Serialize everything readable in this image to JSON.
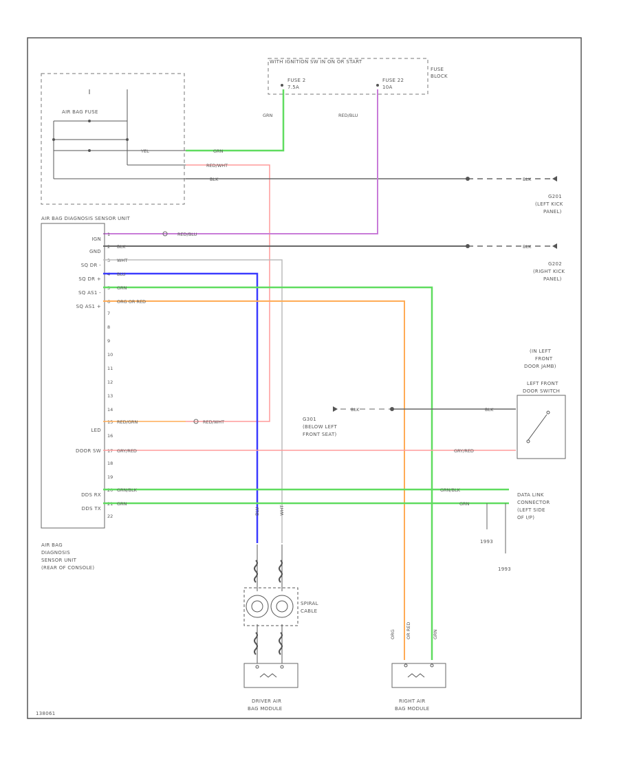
{
  "fuse_block": {
    "header": "WITH IGNITION SW IN ON OR START",
    "fuse_a": "FUSE 2",
    "fuse_a_rating": "7.5A",
    "fuse_b": "FUSE 22",
    "fuse_b_rating": "10A",
    "label_line1": "FUSE",
    "label_line2": "BLOCK"
  },
  "airbag_fuse": {
    "label": "AIR BAG FUSE",
    "wire": "YEL"
  },
  "ground_g201": {
    "id": "G201",
    "line1": "(LEFT KICK",
    "line2": "PANEL)",
    "wire": "BLK"
  },
  "ground_g202": {
    "id": "G202",
    "line1": "(RIGHT KICK",
    "line2": "PANEL)",
    "wire": "BLK"
  },
  "ground_g301": {
    "id": "G301",
    "line1": "(BELOW LEFT",
    "line2": "FRONT SEAT)",
    "wire": "BLK"
  },
  "sensor": {
    "title": "AIR BAG DIAGNOSIS SENSOR UNIT",
    "pin_labels": [
      "IGN",
      "GND",
      "SQ DR -",
      "SQ DR +",
      "SQ AS1 -",
      "SQ AS1 +",
      "LED",
      "DOOR SW",
      "DDS RX",
      "DDS TX"
    ],
    "pins": [
      "1",
      "2",
      "3",
      "4",
      "5",
      "6",
      "7",
      "8",
      "9",
      "10",
      "11",
      "12",
      "13",
      "14",
      "15",
      "16",
      "17",
      "18",
      "19",
      "20",
      "21",
      "22"
    ],
    "caption_line1": "AIR BAG",
    "caption_line2": "DIAGNOSIS",
    "caption_line3": "SENSOR UNIT",
    "caption_line4": "(REAR OF CONSOLE)"
  },
  "wires": {
    "grn": "GRN",
    "red_blu": "RED/BLU",
    "red_wht": "RED/WHT",
    "blk": "BLK",
    "wht": "WHT",
    "blu": "BLU",
    "grn_b": "GRN",
    "org_or_red": "ORG OR RED",
    "red_grn": "RED/GRN",
    "gry_red": "GRY/RED",
    "grn_blk": "GRN/BLK",
    "grn_c": "GRN"
  },
  "door_switch": {
    "loc_line1": "(IN LEFT",
    "loc_line2": "FRONT",
    "loc_line3": "DOOR JAMB)",
    "name_line1": "LEFT FRONT",
    "name_line2": "DOOR SWITCH",
    "wire_blk": "BLK",
    "wire_gry_red": "GRY/RED"
  },
  "dlc": {
    "line1": "DATA LINK",
    "line2": "CONNECTOR",
    "line3": "(LEFT SIDE",
    "line4": "OF I/P)",
    "wire_grn_blk": "GRN/BLK",
    "wire_grn": "GRN",
    "ref1": "1993",
    "ref2": "1993"
  },
  "spiral": {
    "label_line1": "SPIRAL",
    "label_line2": "CABLE",
    "wire_blu": "BLU",
    "wire_wht": "WHT"
  },
  "driver_module": {
    "line1": "DRIVER AIR",
    "line2": "BAG MODULE"
  },
  "passenger_module": {
    "line1": "RIGHT AIR",
    "line2": "BAG MODULE",
    "wire_org": "ORG",
    "wire_or": "OR RED",
    "wire_grn": "GRN"
  },
  "colors": {
    "green": "#5fdc5f",
    "pink": "#ff9a9a",
    "magenta": "#c87ad8",
    "blue": "#3a3aff",
    "orange": "#ffab55",
    "gray": "#666666",
    "frame": "#555555"
  },
  "footer_code": "138061"
}
